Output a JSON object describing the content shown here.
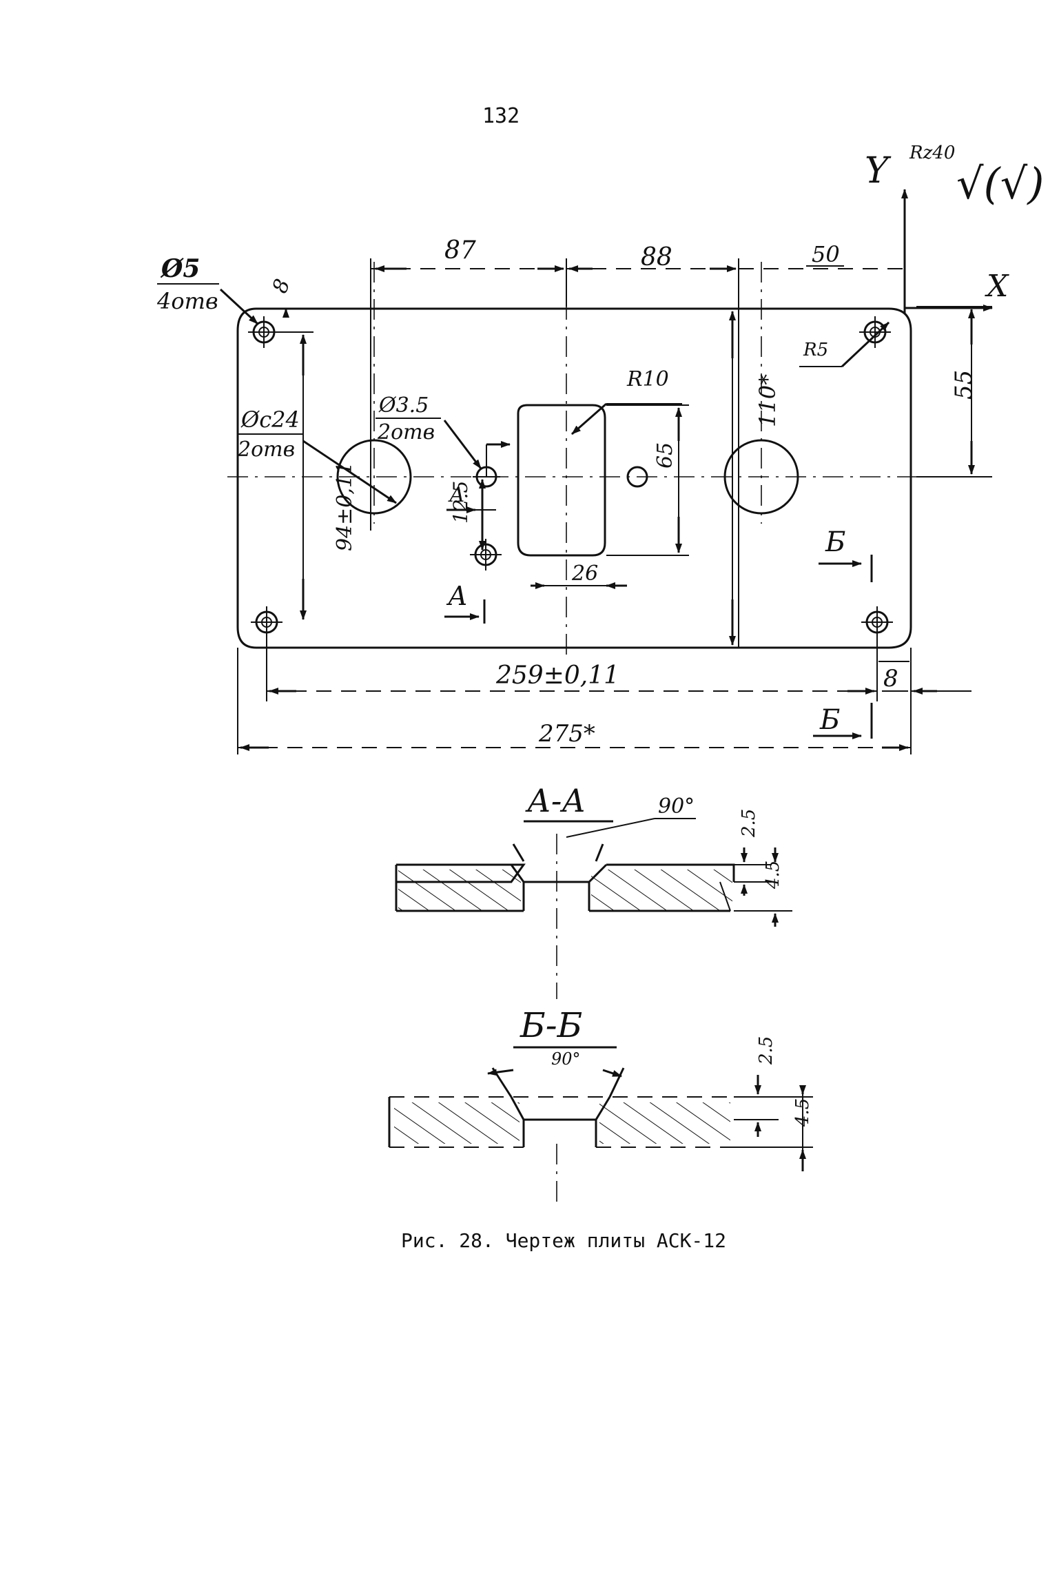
{
  "page_number": "132",
  "axes": {
    "y": "Y",
    "x": "X"
  },
  "roughness": {
    "rz": "Rz40",
    "symbol": "√(√)"
  },
  "plate": {
    "hole_small_dia": "Ø5",
    "hole_small_count": "4отв",
    "edge_offset_top": "8",
    "dim_87": "87",
    "dim_88": "88",
    "dim_50": "50",
    "radius_corner": "R5",
    "dim_55": "55",
    "radius_slot": "R10",
    "hole_mid_dia": "Ø3.5",
    "hole_mid_count": "2отв",
    "hole_large_dia": "Øс24",
    "hole_large_count": "2отв",
    "dim_110": "110*",
    "dim_65": "65",
    "dim_12_5": "12.5",
    "dim_94": "94±0,11",
    "dim_26": "26",
    "dim_259": "259±0,11",
    "dim_275": "275*",
    "edge_offset_right": "8",
    "section_mark_a": "А",
    "section_mark_b": "Б"
  },
  "sections": {
    "aa": {
      "title": "А-А",
      "angle": "90°",
      "depth_small": "2.5",
      "thickness": "4.5"
    },
    "bb": {
      "title": "Б-Б",
      "angle": "90°",
      "depth_small": "2.5",
      "thickness": "4.5"
    }
  },
  "caption": "Рис. 28. Чертеж плиты АСК-12"
}
